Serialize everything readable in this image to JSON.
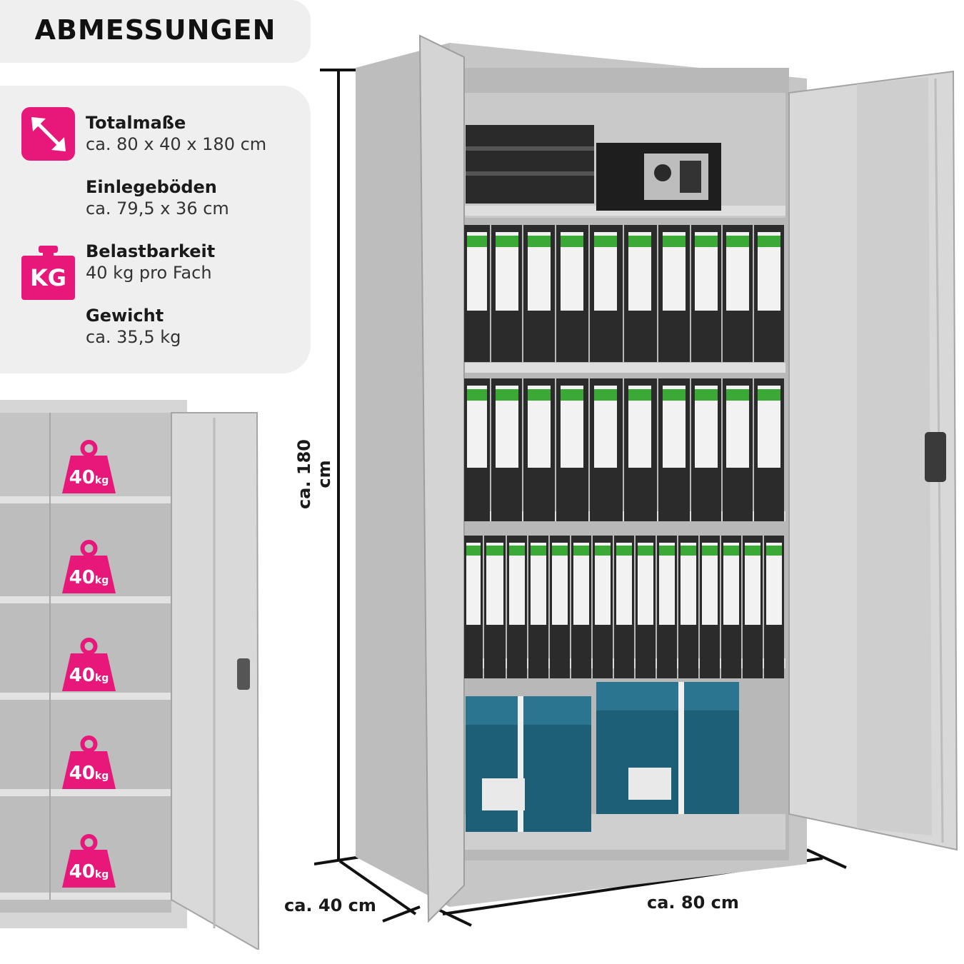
{
  "header": {
    "title": "ABMESSUNGEN"
  },
  "specs": [
    {
      "label": "Totalmaße",
      "value": "ca. 80 x 40 x 180 cm",
      "icon": "diagonal-arrow-icon"
    },
    {
      "label": "Einlegeböden",
      "value": "ca. 79,5 x 36 cm"
    },
    {
      "label": "Belastbarkeit",
      "value": "40 kg pro Fach",
      "icon": "kg-weight-icon",
      "icon_text": "KG"
    },
    {
      "label": "Gewicht",
      "value": "ca. 35,5 kg"
    }
  ],
  "dimensions": {
    "height": "ca. 180 cm",
    "depth": "ca. 40 cm",
    "width": "ca. 80 cm"
  },
  "shelf_load": {
    "number": "40",
    "unit": "kg",
    "badges": [
      {
        "number": "40",
        "unit": "kg"
      },
      {
        "number": "40",
        "unit": "kg"
      },
      {
        "number": "40",
        "unit": "kg"
      },
      {
        "number": "40",
        "unit": "kg"
      },
      {
        "number": "40",
        "unit": "kg"
      }
    ]
  },
  "colors": {
    "accent": "#e8177a",
    "panel": "#efefef",
    "cabinet": "#c9c9c9",
    "binder_green": "#3aa935"
  }
}
